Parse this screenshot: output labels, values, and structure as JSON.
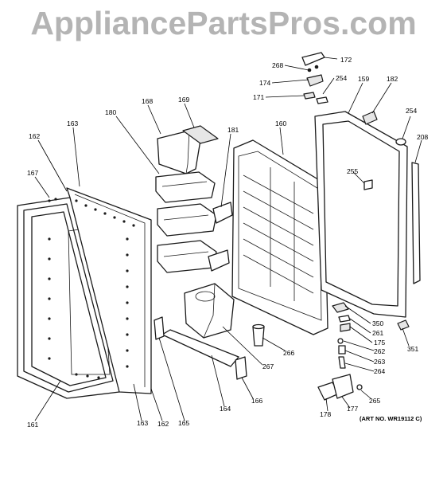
{
  "watermark": "AppliancePartsPros.com",
  "art_number": "(ART NO. WR19112 C)",
  "callouts": {
    "c172": "172",
    "c268": "268",
    "c174": "174",
    "c254a": "254",
    "c159": "159",
    "c182": "182",
    "c171": "171",
    "c168": "168",
    "c169": "169",
    "c180": "180",
    "c163a": "163",
    "c162a": "162",
    "c160": "160",
    "c181": "181",
    "c254b": "254",
    "c208": "208",
    "c167": "167",
    "c255": "255",
    "c350": "350",
    "c261": "261",
    "c175": "175",
    "c262": "262",
    "c351": "351",
    "c263": "263",
    "c264": "264",
    "c266": "266",
    "c267": "267",
    "c166": "166",
    "c164": "164",
    "c265": "265",
    "c178": "178",
    "c177": "177",
    "c161": "161",
    "c163b": "163",
    "c162b": "162",
    "c165": "165"
  }
}
